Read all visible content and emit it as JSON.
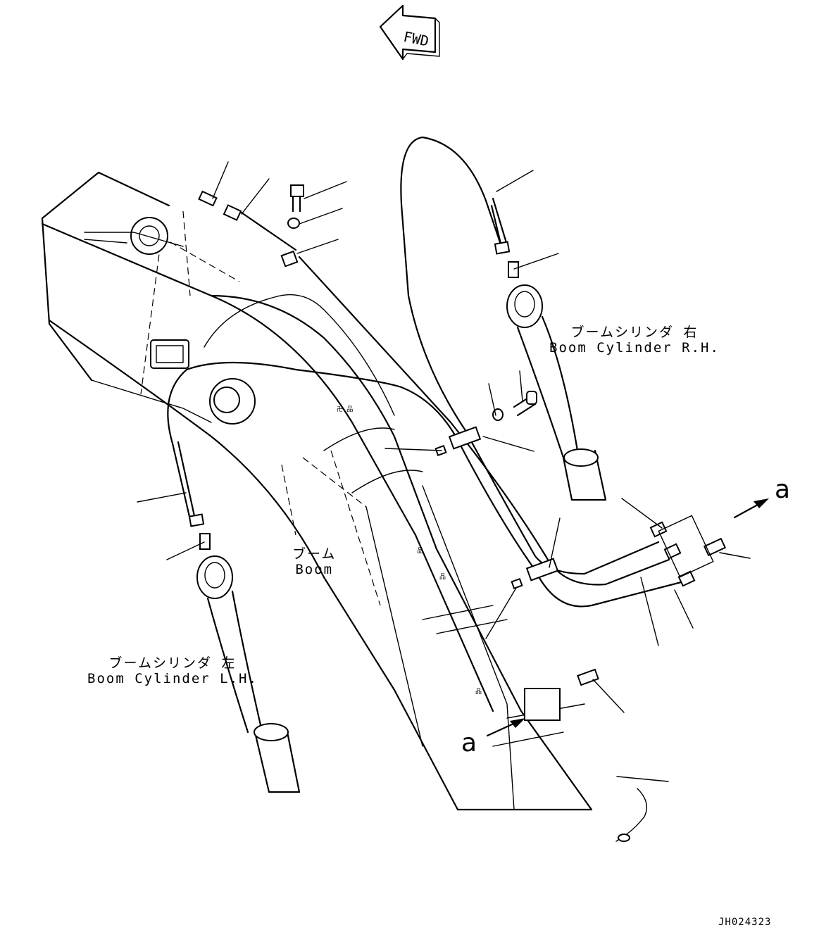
{
  "orientation": {
    "text": "FWD"
  },
  "labels": {
    "cylinder_rh_jp": "ブームシリンダ 右",
    "cylinder_rh_en": "Boom Cylinder R.H.",
    "cylinder_lh_jp": "ブームシリンダ 左",
    "cylinder_lh_en": "Boom Cylinder L.H.",
    "boom_jp": "ブーム",
    "boom_en": "Boom"
  },
  "view_markers": {
    "upper": "a",
    "lower": "a"
  },
  "drawing_number": "JH024323"
}
